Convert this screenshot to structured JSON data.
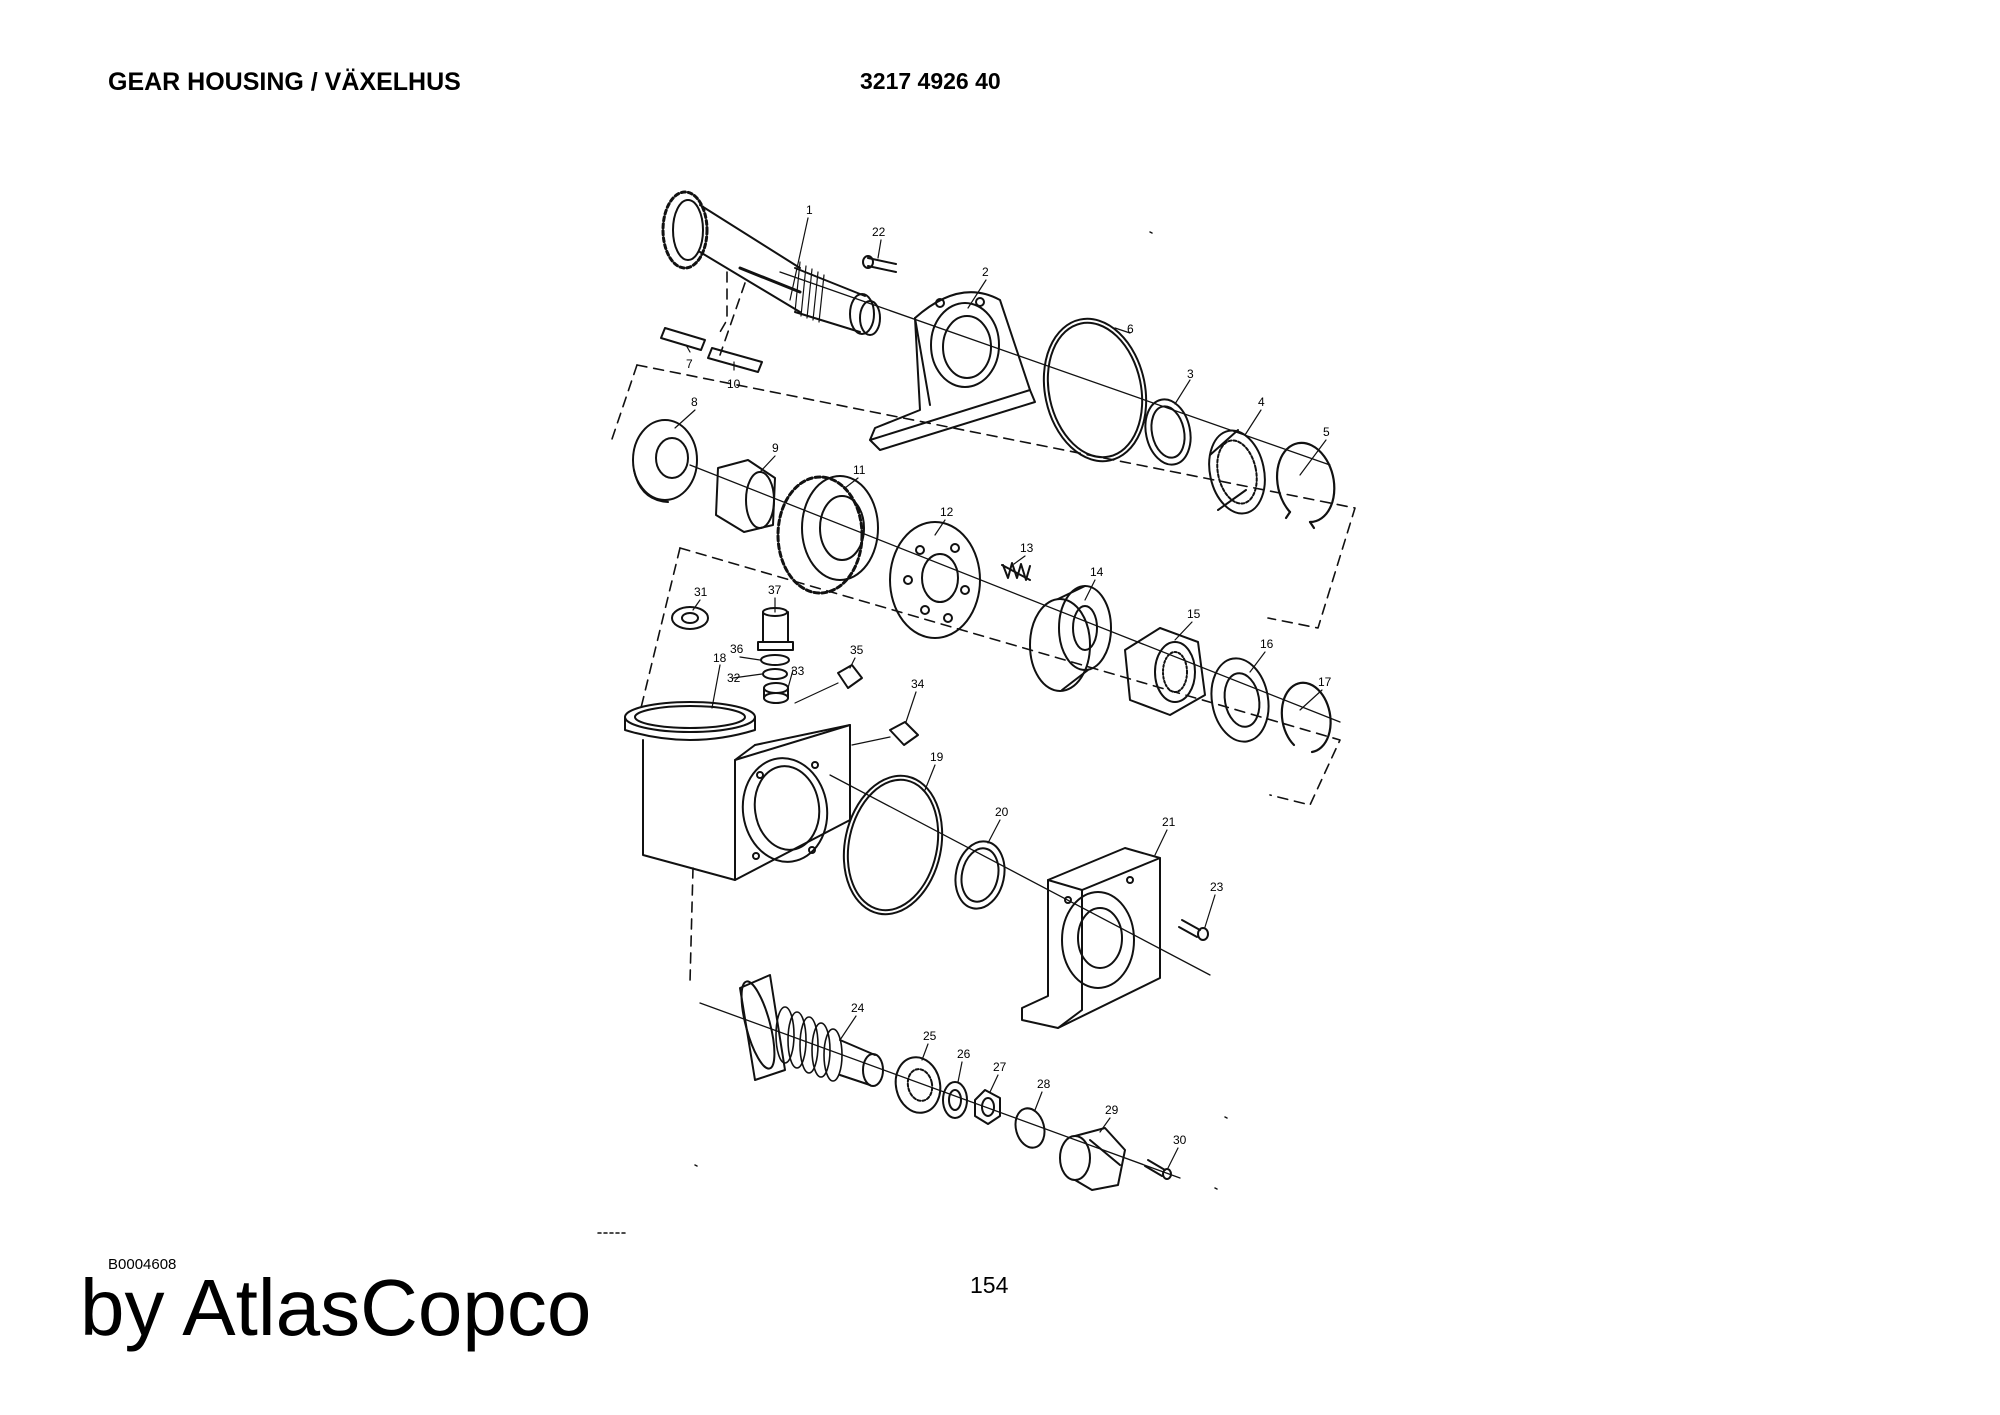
{
  "header": {
    "title": "GEAR HOUSING / VÄXELHUS",
    "part_number": "3217 4926 40"
  },
  "footer": {
    "ref_code": "B0004608",
    "page_number": "154",
    "brand": "by AtlasCopco"
  },
  "diagram": {
    "callouts": [
      "1",
      "2",
      "3",
      "4",
      "5",
      "6",
      "7",
      "8",
      "9",
      "10",
      "11",
      "12",
      "13",
      "14",
      "15",
      "16",
      "17",
      "18",
      "19",
      "20",
      "21",
      "22",
      "23",
      "24",
      "25",
      "26",
      "27",
      "28",
      "29",
      "30",
      "31",
      "32",
      "33",
      "34",
      "35",
      "36",
      "37"
    ]
  }
}
